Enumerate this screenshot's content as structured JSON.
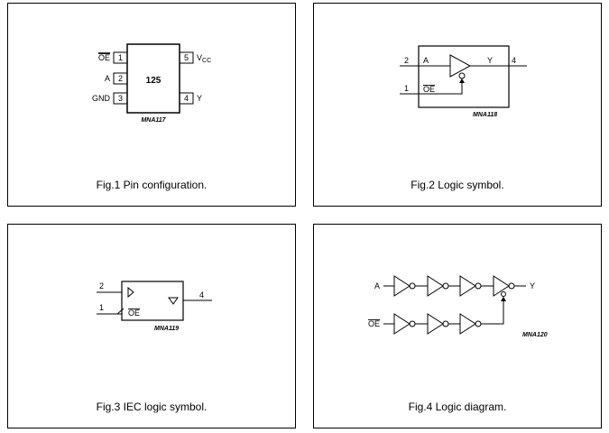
{
  "fig1": {
    "caption": "Fig.1  Pin configuration.",
    "chip_label": "125",
    "code": "MNA117",
    "pins_left": [
      {
        "name": "OE",
        "num": "1"
      },
      {
        "name": "A",
        "num": "2"
      },
      {
        "name": "GND",
        "num": "3"
      }
    ],
    "pins_right": [
      {
        "name": "V",
        "sub": "CC",
        "num": "5"
      },
      {
        "name": "Y",
        "num": "4"
      }
    ]
  },
  "fig2": {
    "caption": "Fig.2  Logic symbol.",
    "code": "MNA118",
    "in_num": "2",
    "in_name": "A",
    "out_name": "Y",
    "out_num": "4",
    "oe_num": "1",
    "oe_name": "OE"
  },
  "fig3": {
    "caption": "Fig.3  IEC logic symbol.",
    "code": "MNA119",
    "in_num": "2",
    "oe_num": "1",
    "oe_name": "OE",
    "out_num": "4"
  },
  "fig4": {
    "caption": "Fig.4  Logic diagram.",
    "code": "MNA120",
    "in_a": "A",
    "in_oe": "OE",
    "out_y": "Y"
  }
}
